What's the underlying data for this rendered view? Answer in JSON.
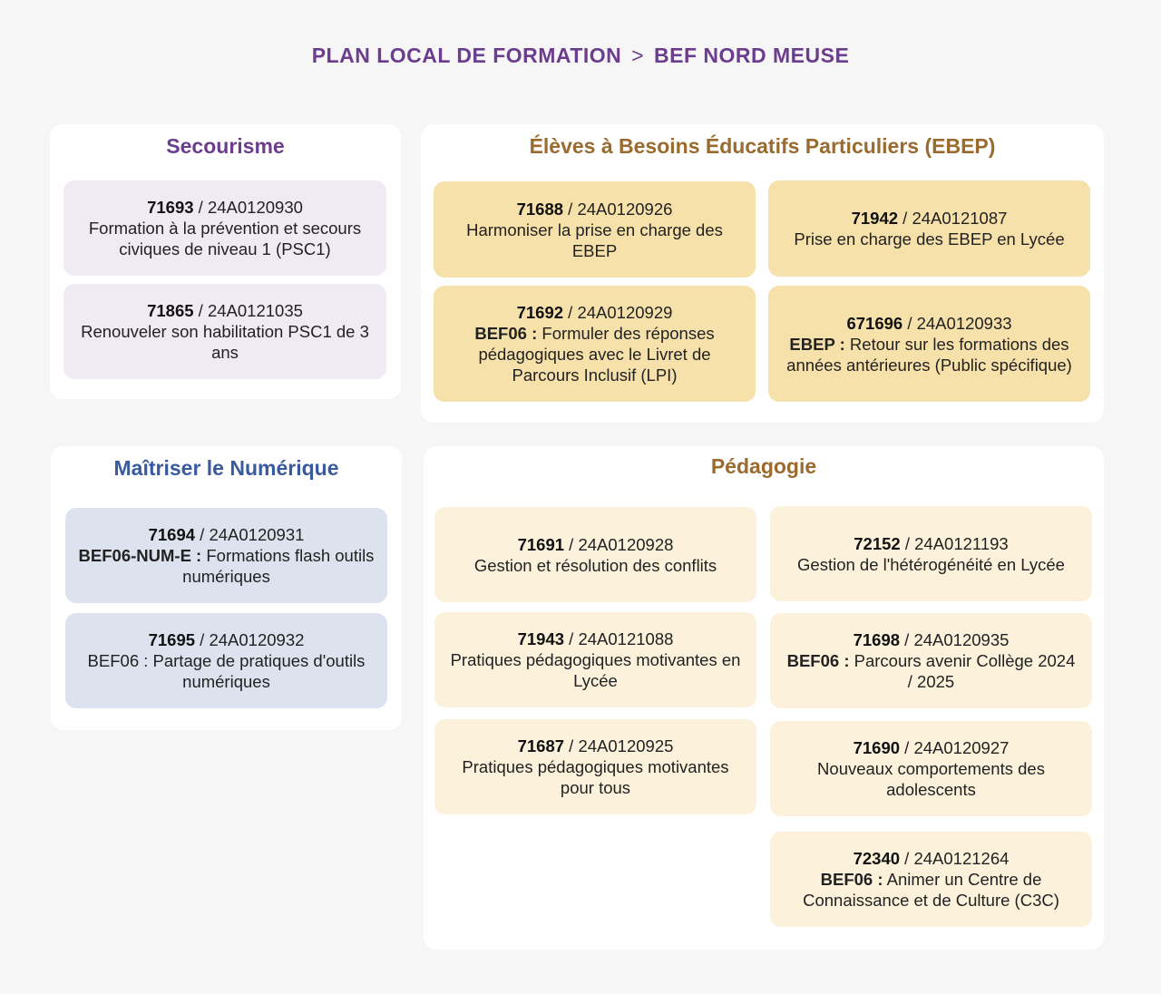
{
  "header": {
    "part1": "PLAN LOCAL DE FORMATION",
    "separator": ">",
    "part2": "BEF NORD MEUSE"
  },
  "colors": {
    "title": "#6b3d8c",
    "secourisme_title": "#6b3d8c",
    "ebep_title": "#9a6a2e",
    "numerique_title": "#3a5a9e",
    "pedagogie_title": "#9a6a2e"
  },
  "secourisme": {
    "title": "Secourisme",
    "cards": [
      {
        "num": "71693",
        "ref": " / 24A0120930",
        "prefix": "",
        "text": "Formation à la prévention et secours civiques de niveau 1 (PSC1)"
      },
      {
        "num": "71865",
        "ref": " / 24A0121035",
        "prefix": "",
        "text": "Renouveler son habilitation PSC1 de 3 ans"
      }
    ]
  },
  "ebep": {
    "title": "Élèves à Besoins Éducatifs Particuliers (EBEP)",
    "cards": [
      {
        "num": "71688",
        "ref": " / 24A0120926",
        "prefix": "",
        "text": "Harmoniser la prise en charge des EBEP"
      },
      {
        "num": "71942",
        "ref": " / 24A0121087",
        "prefix": "",
        "text": "Prise en charge des EBEP en Lycée"
      },
      {
        "num": "71692",
        "ref": " / 24A0120929",
        "prefix": "BEF06 :",
        "text": "Formuler des réponses pédagogiques avec le Livret de Parcours Inclusif (LPI)"
      },
      {
        "num": "671696",
        "ref": " / 24A0120933",
        "prefix": "EBEP :",
        "text": "Retour sur les formations des années antérieures (Public spécifique)"
      }
    ]
  },
  "numerique": {
    "title": "Maîtriser le Numérique",
    "cards": [
      {
        "num": "71694",
        "ref": " / 24A0120931",
        "prefix": "BEF06-NUM-E :",
        "text": "Formations flash outils numériques"
      },
      {
        "num": "71695",
        "ref": " / 24A0120932",
        "prefix": "",
        "text": "BEF06 : Partage de pratiques d'outils numériques"
      }
    ]
  },
  "pedagogie": {
    "title": "Pédagogie",
    "cards": [
      {
        "num": "71691",
        "ref": " / 24A0120928",
        "prefix": "",
        "text": "Gestion et résolution des conflits"
      },
      {
        "num": "72152",
        "ref": " / 24A0121193",
        "prefix": "",
        "text": "Gestion de l'hétérogénéité en Lycée"
      },
      {
        "num": "71943",
        "ref": " / 24A0121088",
        "prefix": "",
        "text": "Pratiques pédagogiques motivantes en Lycée"
      },
      {
        "num": "71698",
        "ref": " / 24A0120935",
        "prefix": "BEF06 :",
        "text": "Parcours avenir Collège 2024 / 2025"
      },
      {
        "num": "71687",
        "ref": " / 24A0120925",
        "prefix": "",
        "text": "Pratiques pédagogiques motivantes pour tous"
      },
      {
        "num": "71690",
        "ref": " / 24A0120927",
        "prefix": "",
        "text": "Nouveaux comportements des adolescents"
      },
      {
        "num": "72340",
        "ref": " / 24A0121264",
        "prefix": "BEF06 :",
        "text": "Animer un Centre de Connaissance et de Culture (C3C)"
      }
    ]
  }
}
